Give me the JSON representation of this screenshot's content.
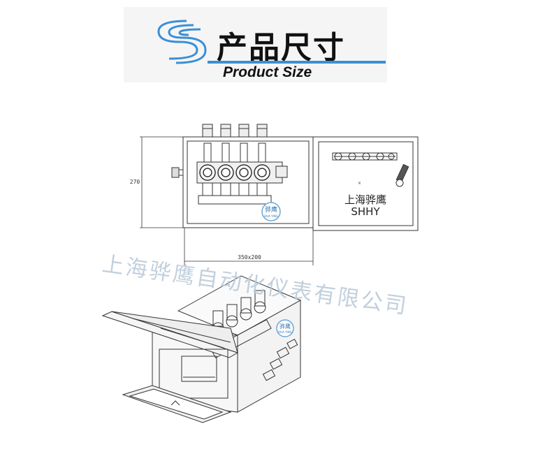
{
  "header": {
    "title_cn": "产品尺寸",
    "title_en": "Product Size",
    "accent_color": "#3a8fd6"
  },
  "drawing": {
    "dim_height": "270",
    "dim_width": "350x200",
    "brand_cn": "上海骅鹰",
    "brand_en": "SHHY",
    "stamp_cn": "骅鹰",
    "stamp_en": "HUA YING"
  },
  "watermark": {
    "text": "上海骅鹰自动化仪表有限公司"
  }
}
